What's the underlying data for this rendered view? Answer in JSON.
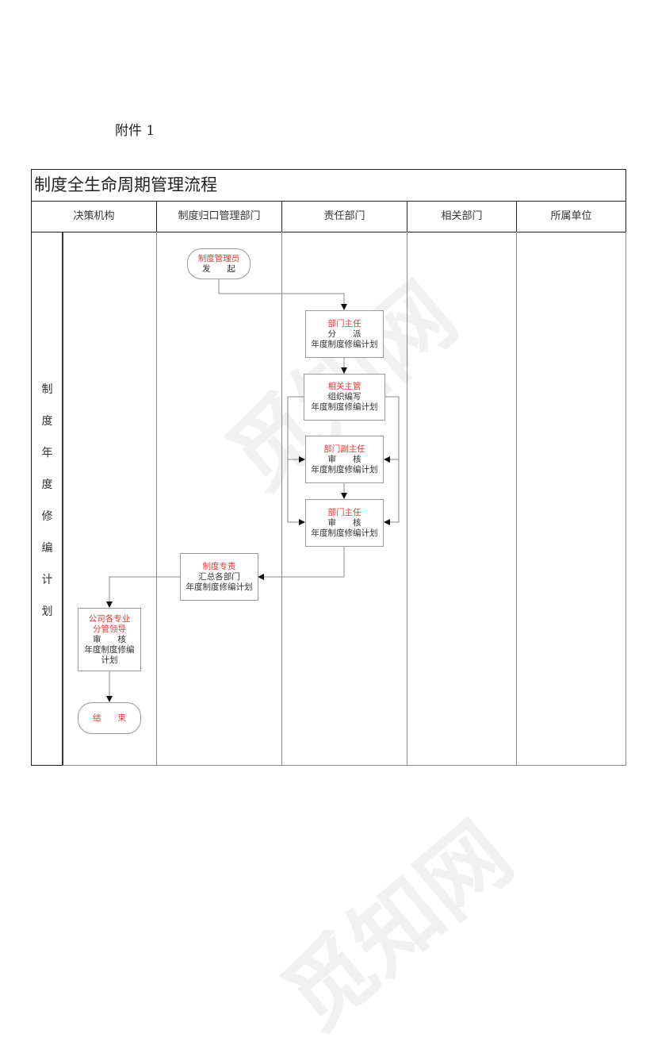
{
  "attachment_label": "附件 1",
  "title": "制度全生命周期管理流程",
  "columns": [
    {
      "label": "决策机构"
    },
    {
      "label": "制度归口管理部门"
    },
    {
      "label": "责任部门"
    },
    {
      "label": "相关部门"
    },
    {
      "label": "所属单位"
    }
  ],
  "stage": {
    "chars": [
      "制",
      "度",
      "年",
      "度",
      "修",
      "编",
      "计",
      "划"
    ]
  },
  "nodes": {
    "start": {
      "role": "制度管理员",
      "lines": [
        "发　　起"
      ]
    },
    "dept_head_assign": {
      "role": "部门主任",
      "lines": [
        "分　　派",
        "年度制度修编计划"
      ]
    },
    "supervisor_draft": {
      "role": "相关主管",
      "lines": [
        "组织编写",
        "年度制度修编计划"
      ]
    },
    "deputy_review": {
      "role": "部门副主任",
      "lines": [
        "审　　核",
        "年度制度修编计划"
      ]
    },
    "dept_head_review": {
      "role": "部门主任",
      "lines": [
        "审　　核",
        "年度制度修编计划"
      ]
    },
    "specialist_compile": {
      "role": "制度专责",
      "lines": [
        "汇总各部门",
        "年度制度修编计划"
      ]
    },
    "leaders_review": {
      "role": "公司各专业分管领导",
      "role_lines": [
        "公司各专业",
        "分管领导"
      ],
      "lines": [
        "审　　核",
        "年度制度修编",
        "计划"
      ]
    },
    "end": {
      "role": "结　　束"
    }
  },
  "watermark": "觅知网",
  "colors": {
    "role_text": "#e53935",
    "border_dark": "#222222",
    "border_light": "#999999",
    "text": "#333333"
  }
}
